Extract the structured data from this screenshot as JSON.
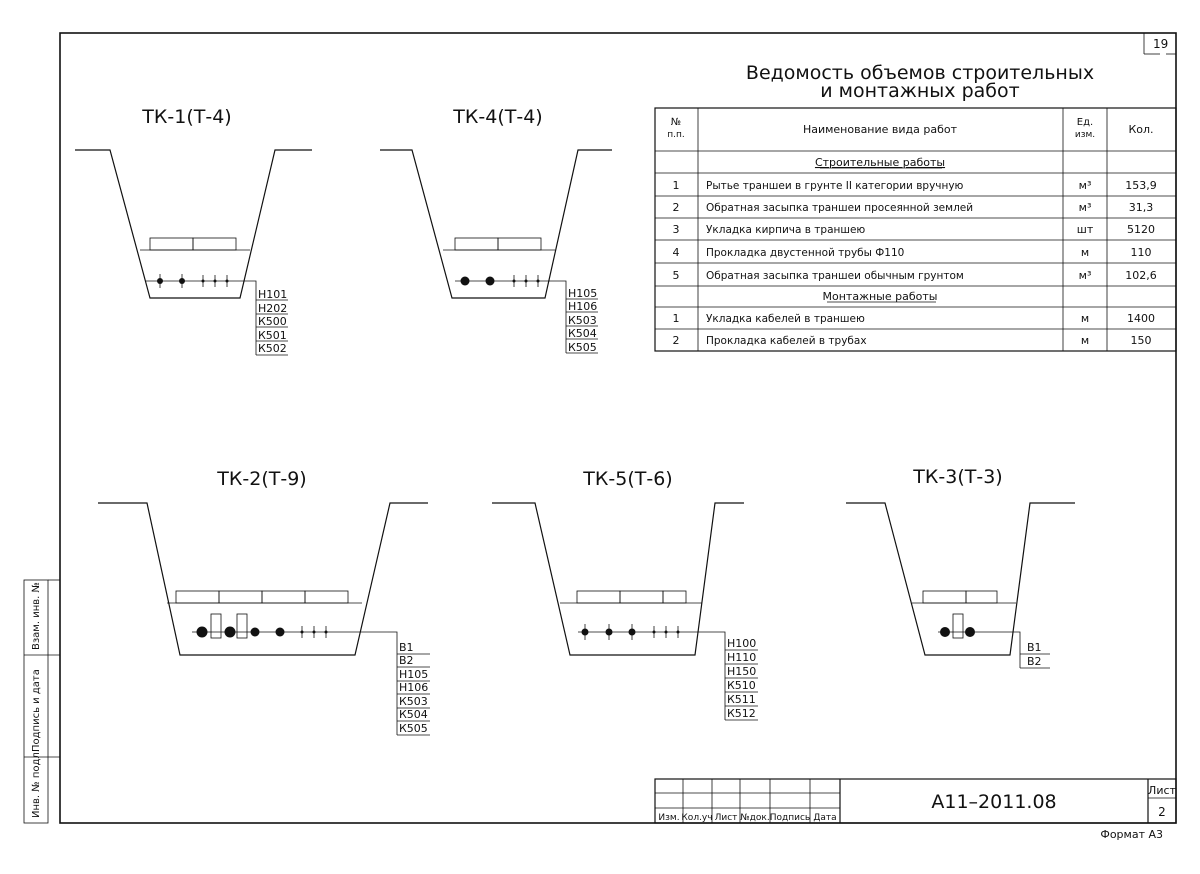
{
  "sheet_number": "19",
  "format_label": "Формат А3",
  "table": {
    "title_line1": "Ведомость объемов строительных",
    "title_line2": "и монтажных работ",
    "headers": {
      "num": [
        "№",
        "п.п."
      ],
      "name": "Наименование вида работ",
      "unit": [
        "Ед.",
        "изм."
      ],
      "qty": "Кол."
    },
    "sections": [
      {
        "title": "Строительные работы",
        "rows": [
          {
            "num": "1",
            "name": "Рытье траншеи в грунте II категории вручную",
            "unit": "м³",
            "qty": "153,9"
          },
          {
            "num": "2",
            "name": "Обратная засыпка траншеи просеянной землей",
            "unit": "м³",
            "qty": "31,3"
          },
          {
            "num": "3",
            "name": "Укладка кирпича в траншею",
            "unit": "шт",
            "qty": "5120"
          },
          {
            "num": "4",
            "name": "Прокладка двустенной трубы Ф110",
            "unit": "м",
            "qty": "110"
          },
          {
            "num": "5",
            "name": "Обратная засыпка траншеи обычным грунтом",
            "unit": "м³",
            "qty": "102,6"
          }
        ]
      },
      {
        "title": "Монтажные работы",
        "rows": [
          {
            "num": "1",
            "name": "Укладка кабелей  в траншею",
            "unit": "м",
            "qty": "1400"
          },
          {
            "num": "2",
            "name": "Прокладка кабелей в трубах",
            "unit": "м",
            "qty": "150"
          }
        ]
      }
    ]
  },
  "sections": [
    {
      "title": "ТК-1(Т-4)",
      "cables": [
        "Н101",
        "Н202",
        "К500",
        "К501",
        "К502"
      ]
    },
    {
      "title": "ТК-4(Т-4)",
      "cables": [
        "Н105",
        "Н106",
        "К503",
        "К504",
        "К505"
      ]
    },
    {
      "title": "ТК-2(Т-9)",
      "cables": [
        "В1",
        "В2",
        "Н105",
        "Н106",
        "К503",
        "К504",
        "К505"
      ]
    },
    {
      "title": "ТК-5(Т-6)",
      "cables": [
        "Н100",
        "Н110",
        "Н150",
        "К510",
        "К511",
        "К512"
      ]
    },
    {
      "title": "ТК-3(Т-3)",
      "cables": [
        "В1",
        "В2"
      ]
    }
  ],
  "side_stamp": [
    "Взам. инв. №",
    "Подпись и дата",
    "Инв. № подл."
  ],
  "title_block": {
    "code": "А11–2011.08",
    "columns": [
      "Изм.",
      "Кол.уч",
      "Лист",
      "№док.",
      "Подпись",
      "Дата"
    ],
    "sheet_label": "Лист",
    "sheet_value": "2"
  }
}
